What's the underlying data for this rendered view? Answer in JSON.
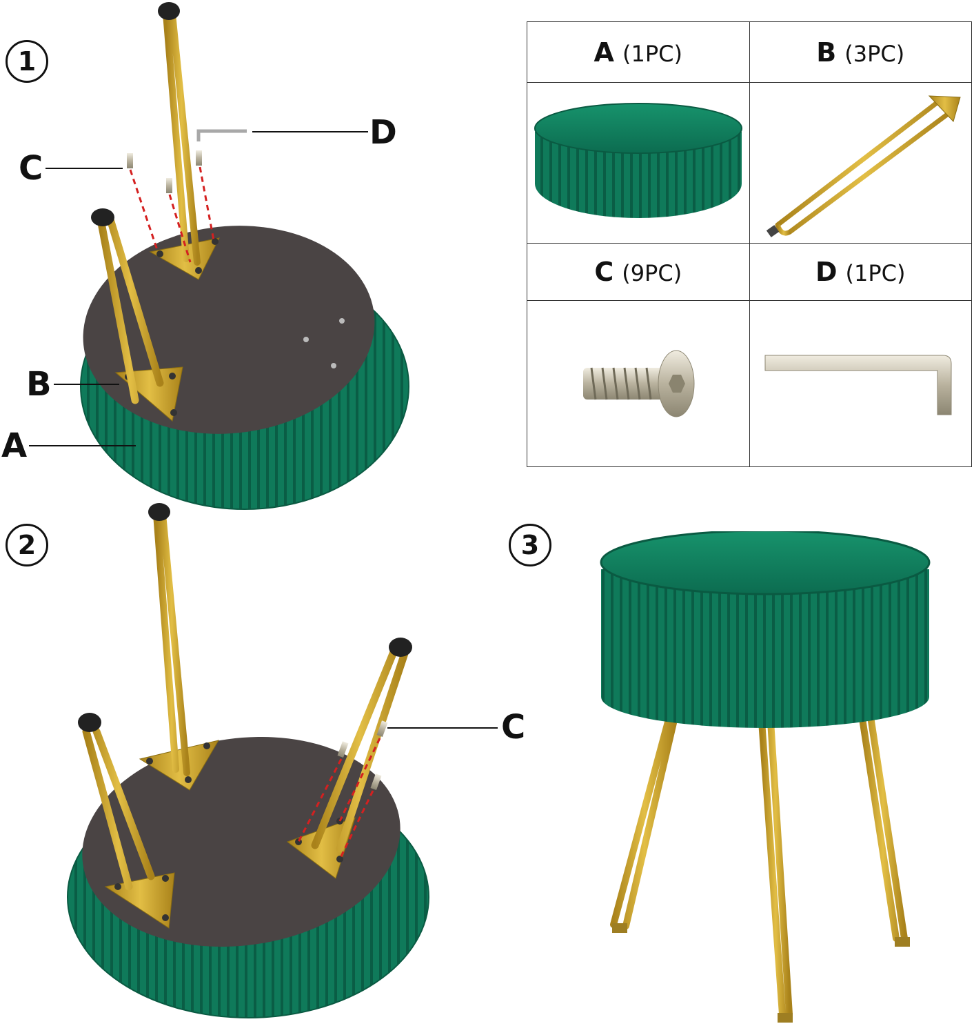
{
  "steps": [
    "1",
    "2",
    "3"
  ],
  "step1_callouts": {
    "c": "C",
    "d": "D",
    "b": "B",
    "a": "A"
  },
  "step2_callouts": {
    "c": "C"
  },
  "parts": [
    {
      "letter": "A",
      "qty": "(1PC)",
      "item": "stool-seat"
    },
    {
      "letter": "B",
      "qty": "(3PC)",
      "item": "hairpin-leg"
    },
    {
      "letter": "C",
      "qty": "(9PC)",
      "item": "screw"
    },
    {
      "letter": "D",
      "qty": "(1PC)",
      "item": "hex-key"
    }
  ],
  "colors": {
    "velvet": "#0f7a5a",
    "velvet_dark": "#0a5a42",
    "gold": "#c9a227",
    "felt": "#4a4444",
    "guide": "#d42020"
  }
}
